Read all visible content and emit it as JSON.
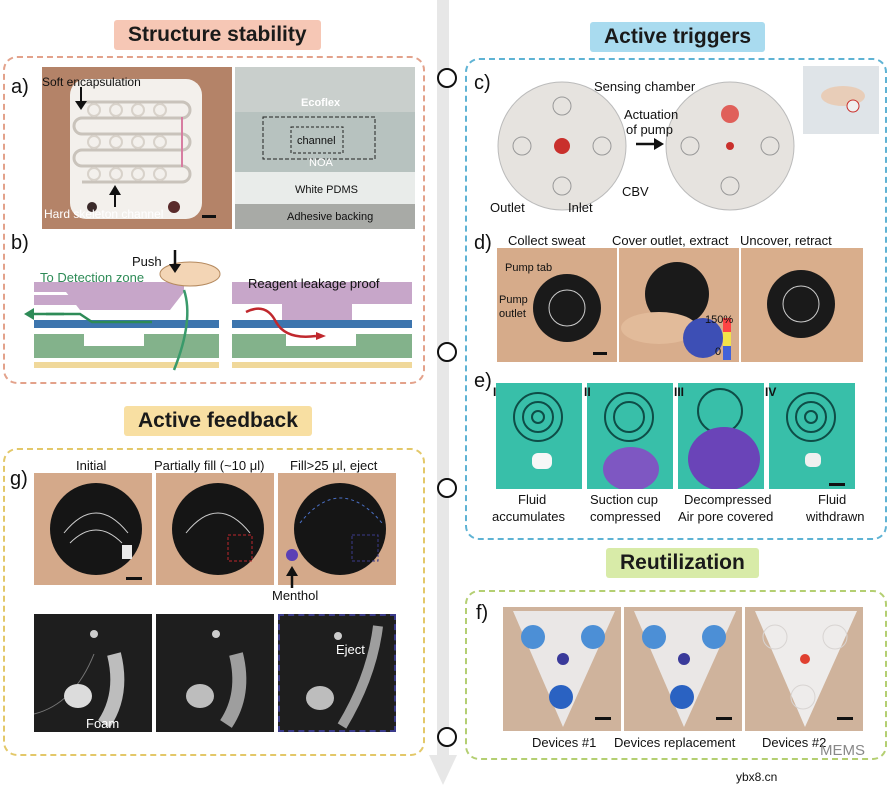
{
  "titles": {
    "structure": "Structure stability",
    "active_triggers": "Active triggers",
    "active_feedback": "Active feedback",
    "reutilization": "Reutilization"
  },
  "panel_a": {
    "label": "a)",
    "soft_encapsulation": "Soft encapsulation",
    "hard_skeleton": "Hard skeleton channel",
    "ecoflex": "Ecoflex",
    "channel": "channel",
    "noa": "NOA",
    "white_pdms": "White PDMS",
    "adhesive": "Adhesive backing"
  },
  "panel_b": {
    "label": "b)",
    "push": "Push",
    "to_detection": "To Detection zone",
    "leakage": "Reagent leakage proof"
  },
  "panel_c": {
    "label": "c)",
    "sensing_chamber": "Sensing chamber",
    "actuation": "Actuation",
    "of_pump": "of pump",
    "outlet": "Outlet",
    "inlet": "Inlet",
    "cbv": "CBV"
  },
  "panel_d": {
    "label": "d)",
    "collect": "Collect sweat",
    "cover": "Cover outlet, extract",
    "uncover": "Uncover, retract",
    "pump_tab": "Pump tab",
    "pump": "Pump",
    "outlet": "outlet",
    "scale_max": "150%",
    "scale_min": "0"
  },
  "panel_e": {
    "label": "e)",
    "steps": [
      {
        "num": "I",
        "line1": "Fluid",
        "line2": "accumulates"
      },
      {
        "num": "II",
        "line1": "Suction cup",
        "line2": "compressed"
      },
      {
        "num": "III",
        "line1": "Decompressed",
        "line2": "Air pore covered"
      },
      {
        "num": "IV",
        "line1": "Fluid",
        "line2": "withdrawn"
      }
    ]
  },
  "panel_g": {
    "label": "g)",
    "initial": "Initial",
    "partial": "Partially fill (~10 μl)",
    "fill_eject": "Fill>25 μl, eject",
    "menthol": "Menthol",
    "foam": "Foam",
    "eject": "Eject"
  },
  "panel_f": {
    "label": "f)",
    "devices1": "Devices #1",
    "replacement": "Devices replacement",
    "devices2": "Devices #2"
  },
  "watermark": {
    "site": "ybx8.cn",
    "brand": "MEMS"
  },
  "colors": {
    "structure_title_bg": "#f6c7b5",
    "structure_border": "#e3a28b",
    "triggers_title_bg": "#a9dbef",
    "triggers_border": "#5fb3d4",
    "feedback_title_bg": "#f8dfa2",
    "feedback_border": "#e3c869",
    "reutil_title_bg": "#d8eba8",
    "reutil_border": "#b4cf72"
  }
}
